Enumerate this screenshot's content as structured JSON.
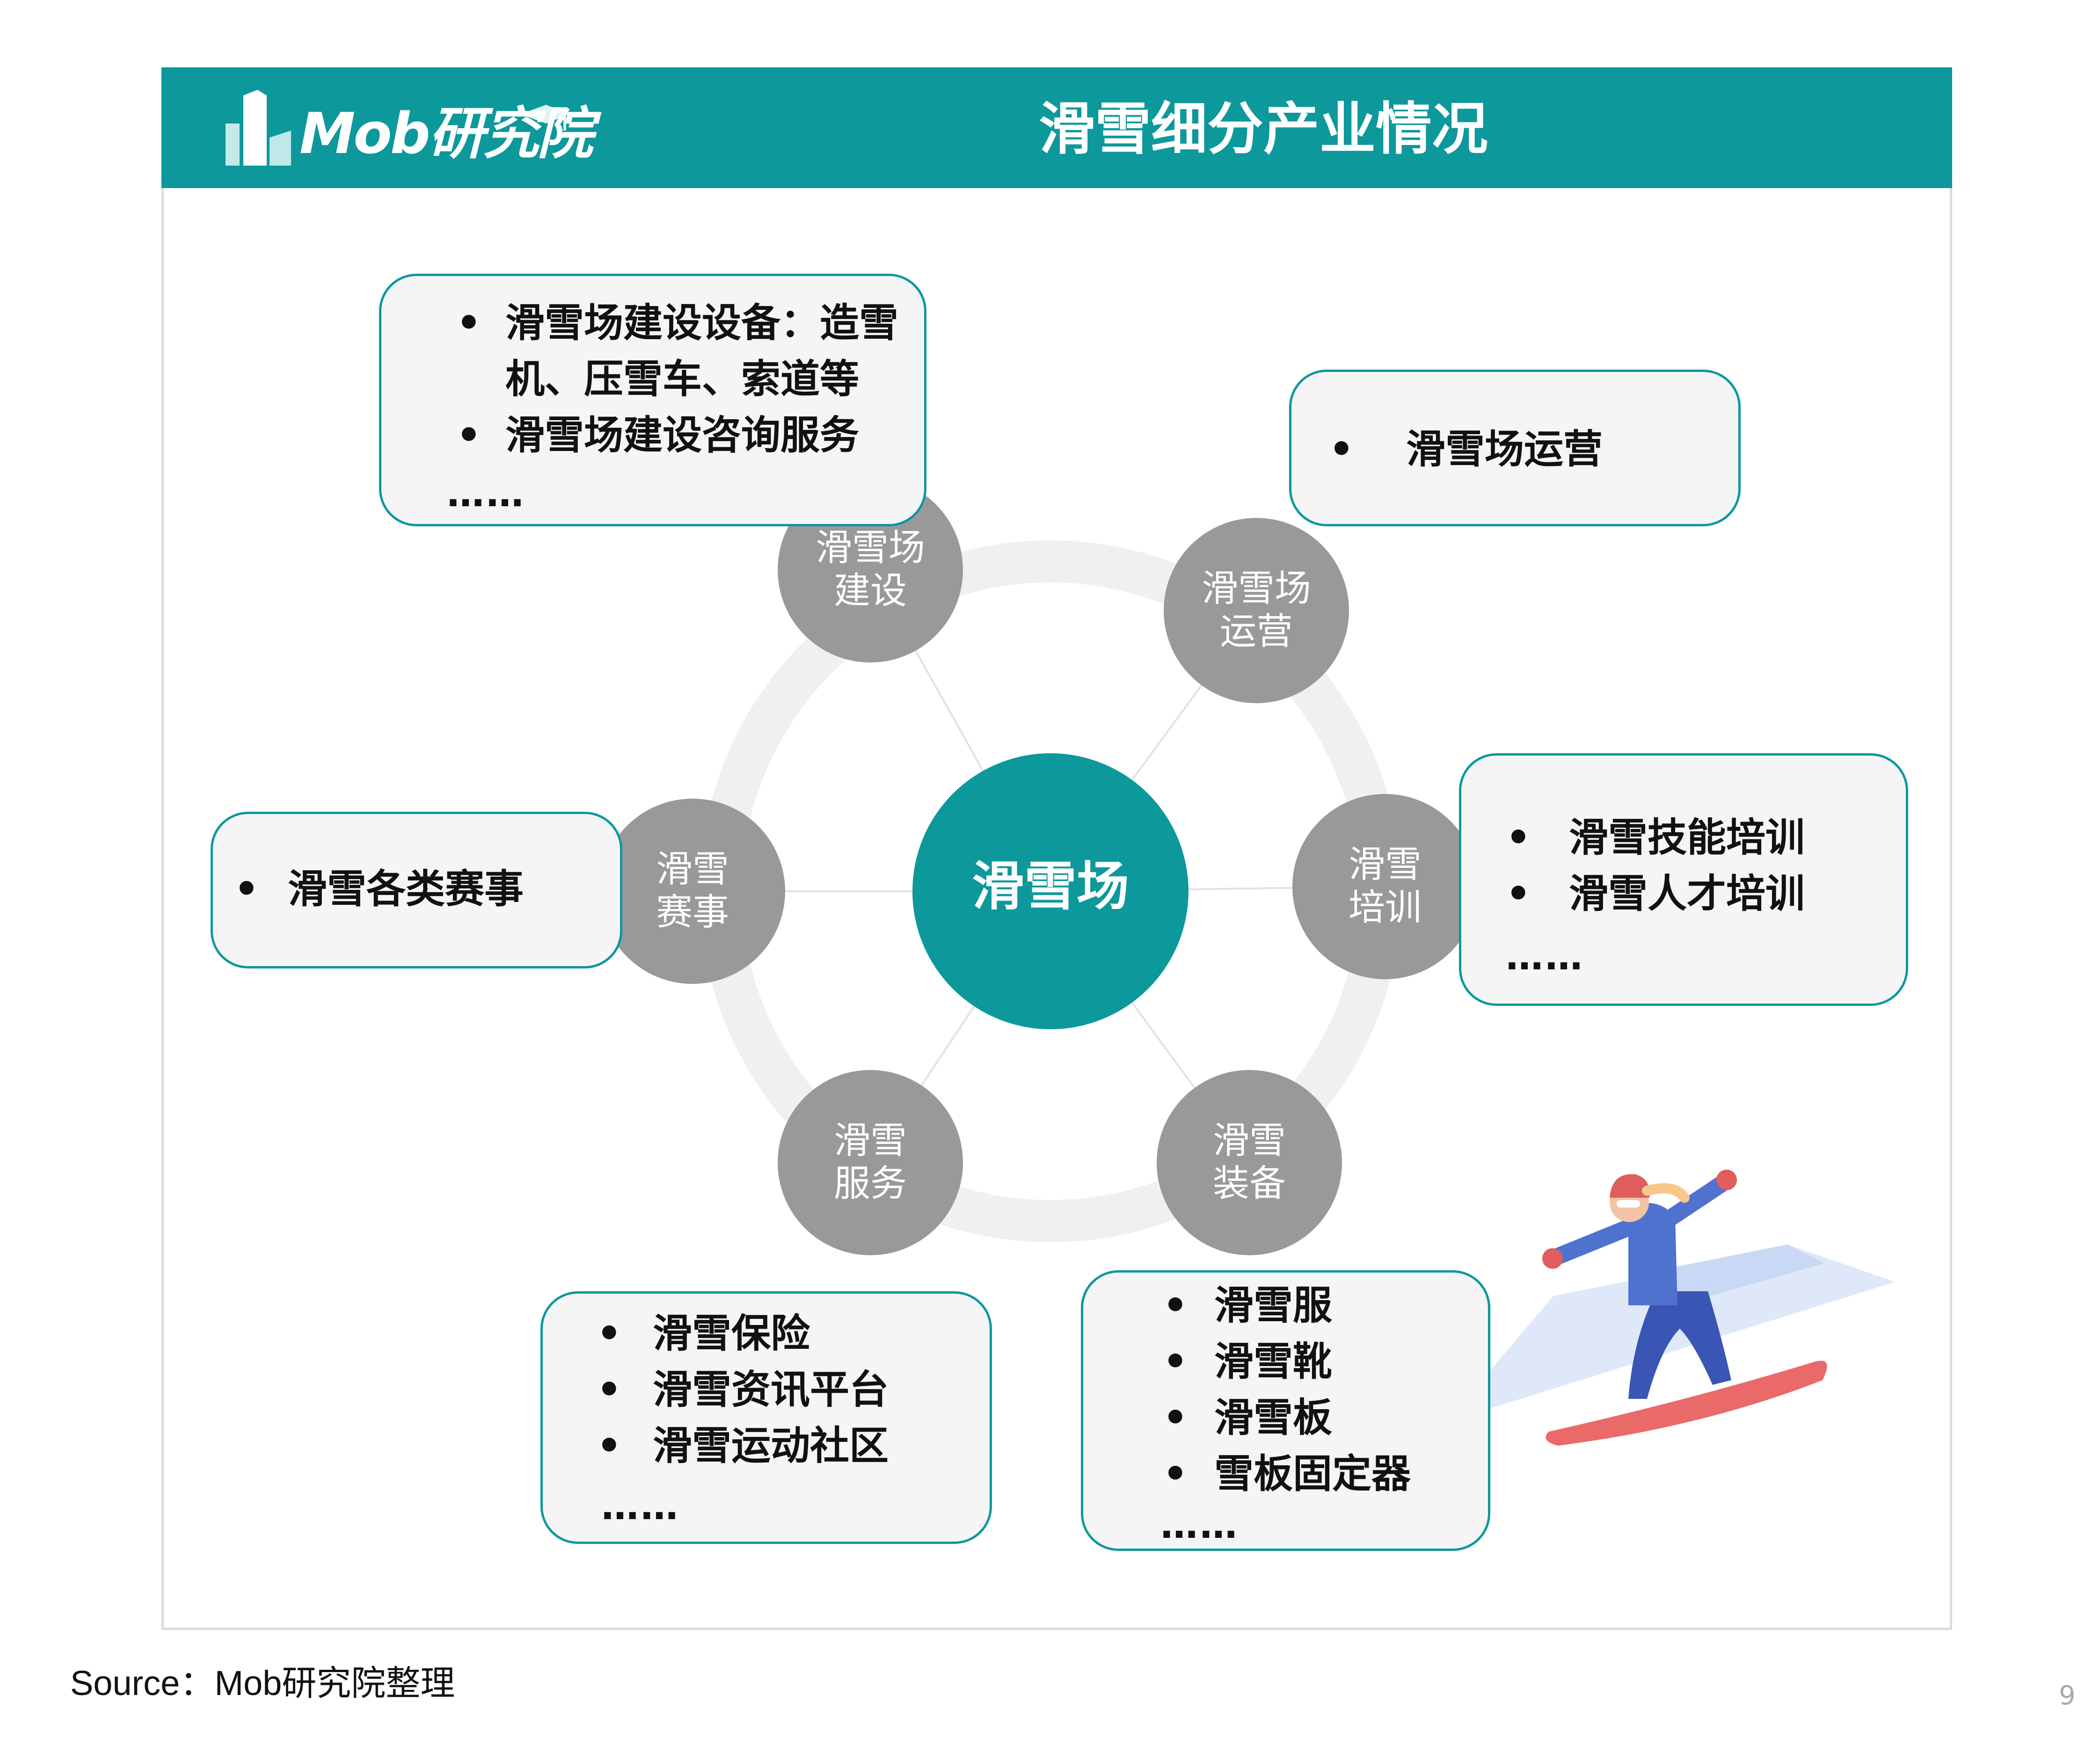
{
  "header": {
    "logo_text": "Mob研究院",
    "title": "滑雪细分产业情况"
  },
  "hub": {
    "label": "滑雪场"
  },
  "nodes": {
    "construction": {
      "line1": "滑雪场",
      "line2": "建设"
    },
    "operation": {
      "line1": "滑雪场",
      "line2": "运营"
    },
    "training": {
      "line1": "滑雪",
      "line2": "培训"
    },
    "equipment": {
      "line1": "滑雪",
      "line2": "装备"
    },
    "service": {
      "line1": "滑雪",
      "line2": "服务"
    },
    "events": {
      "line1": "滑雪",
      "line2": "赛事"
    }
  },
  "boxes": {
    "construction": {
      "items": [
        "滑雪场建设设备：造雪",
        "机、压雪车、索道等",
        "滑雪场建设咨询服务"
      ],
      "more": "……"
    },
    "operation": {
      "items": [
        "滑雪场运营"
      ]
    },
    "training": {
      "items": [
        "滑雪技能培训",
        "滑雪人才培训"
      ],
      "more": "……"
    },
    "events": {
      "items": [
        "滑雪各类赛事"
      ]
    },
    "service": {
      "items": [
        "滑雪保险",
        "滑雪资讯平台",
        "滑雪运动社区"
      ],
      "more": "……"
    },
    "equipment": {
      "items": [
        "滑雪服",
        "滑雪靴",
        "滑雪板",
        "雪板固定器"
      ],
      "more": "……"
    }
  },
  "bullet_char": "•",
  "footer": {
    "source": "Source：Mob研究院整理",
    "page_number": "9"
  },
  "colors": {
    "teal": "#0d989c",
    "node_gray": "#999999",
    "ring_gray": "#f0f0f0",
    "box_fill": "#f5f5f5"
  }
}
